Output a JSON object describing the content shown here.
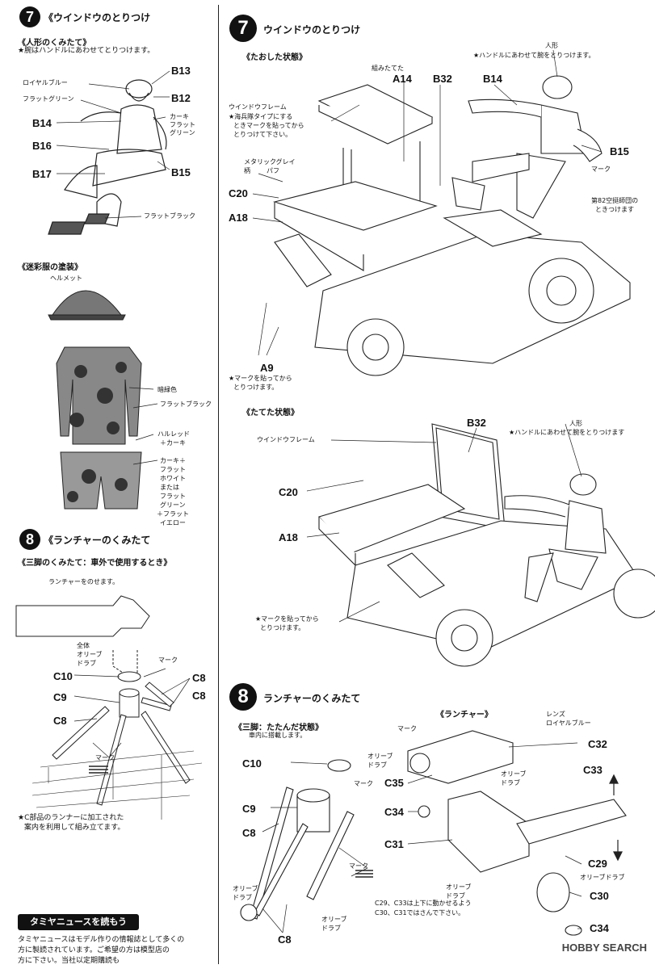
{
  "left": {
    "step7": {
      "number": "7",
      "title": "《ウインドウのとりつけ",
      "figure_sub": "《人形のくみたて》",
      "figure_note": "★腕はハンドルにあわせてとりつけます。",
      "labels": [
        "ロイヤルブルー",
        "フラットグリーン",
        "B13",
        "B12",
        "B14",
        "B16",
        "B17",
        "B15",
        "カーキ",
        "フラット",
        "グリーン",
        "フラットブラック"
      ],
      "camo_sub": "《迷彩服の塗装》",
      "camo_labels": [
        "ヘルメット",
        "暗緑色",
        "フラットブラック",
        "ハルレッド",
        "＋カーキ",
        "カーキ＋",
        "フラット",
        "ホワイト",
        "または",
        "フラット",
        "グリーン",
        "＋フラット",
        "イエロー"
      ]
    },
    "step8": {
      "number": "8",
      "title": "《ランチャーのくみたて",
      "sub": "《三脚のくみたて：車外で使用するとき》",
      "labels": [
        "ランチャーをのせます。",
        "全体",
        "オリーブ",
        "ドラブ",
        "マーク",
        "C10",
        "C9",
        "C8",
        "C8",
        "C8",
        "マーク"
      ],
      "note": [
        "★C部品のランナーに加工された",
        "案内を利用して組み立てます。"
      ]
    },
    "news": {
      "heading": "タミヤニュースを読もう",
      "text": [
        "タミヤニュースはモデル作りの情報誌として多くの",
        "方に製読されています。ご希望の方は模型店の",
        "方に下さい。当社以定期購読も"
      ]
    }
  },
  "right": {
    "step7": {
      "number": "7",
      "title": "ウインドウのとりつけ",
      "state1": "《たおした状態》",
      "labels1": [
        "組みたてた",
        "A14",
        "B32",
        "B14",
        "人形",
        "★ハンドルにあわせて腕をとりつけます。",
        "ウインドウフレーム",
        "★海兵隊タイプにする",
        "ときマークを貼ってから",
        "とりつけて下さい。",
        "メタリックグレイ",
        "柄",
        "パフ",
        "C20",
        "A18",
        "B15",
        "マーク",
        "第82空挺師団の",
        "ときつけます",
        "A9",
        "★マークを貼ってから",
        "とりつけます。"
      ],
      "state2": "《たてた状態》",
      "labels2": [
        "B32",
        "人形",
        "★ハンドルにあわせて腕をとりつけます",
        "ウインドウフレーム",
        "C20",
        "A18",
        "★マークを貼ってから",
        "とりつけます。"
      ]
    },
    "step8": {
      "number": "8",
      "title": "ランチャーのくみたて",
      "sub": "《三脚：たたんだ状態》",
      "sub_note": "車内に搭載します。",
      "launcher": "《ランチャー》",
      "labels": [
        "マーク",
        "オリーブ",
        "ドラブ",
        "C10",
        "マーク",
        "C9",
        "C8",
        "オリーブ",
        "ドラブ",
        "マーク",
        "オリーブ",
        "ドラブ",
        "C8",
        "レンズ",
        "ロイヤルブルー",
        "C32",
        "オリーブ",
        "ドラブ",
        "C35",
        "C34",
        "C31",
        "C33",
        "C29",
        "オリーブドラブ",
        "オリーブ",
        "ドラブ",
        "C30",
        "C34"
      ],
      "note": [
        "C29、C33は上下に動かせるよう",
        "C30、C31ではさんで下さい。"
      ]
    }
  },
  "watermark": "HOBBY SEARCH"
}
